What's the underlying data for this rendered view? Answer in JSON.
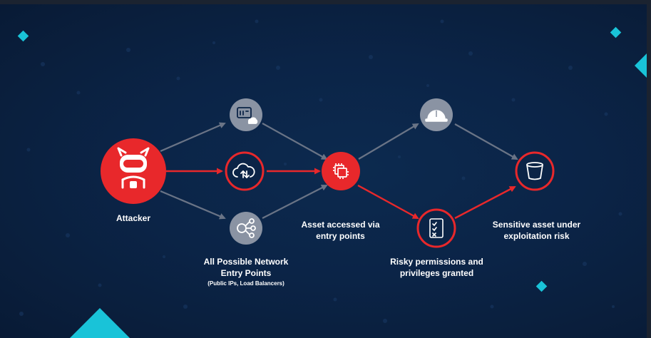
{
  "colors": {
    "background": "#0b2447",
    "accent_red": "#e8282b",
    "node_gray": "#8a93a3",
    "arrow_gray": "#6a7486",
    "decor_cyan": "#19c3d8"
  },
  "nodes": {
    "attacker": {
      "icon": "attacker-robot-icon",
      "label": "Attacker"
    },
    "entry_top": {
      "icon": "server-cloud-icon"
    },
    "entry_middle": {
      "icon": "cloud-upload-icon"
    },
    "entry_bottom": {
      "icon": "network-share-icon"
    },
    "asset": {
      "icon": "cpu-chip-icon"
    },
    "hardhat": {
      "icon": "hard-hat-icon"
    },
    "permissions": {
      "icon": "checklist-icon"
    },
    "sensitive": {
      "icon": "bucket-icon"
    }
  },
  "labels": {
    "attacker": "Attacker",
    "entry_line1": "All Possible Network",
    "entry_line2": "Entry Points",
    "entry_sub": "(Public IPs, Load Balancers)",
    "asset_line1": "Asset accessed via",
    "asset_line2": "entry points",
    "risky_line1": "Risky permissions and",
    "risky_line2": "privileges granted",
    "sensitive_line1": "Sensitive asset under",
    "sensitive_line2": "exploitation risk"
  }
}
